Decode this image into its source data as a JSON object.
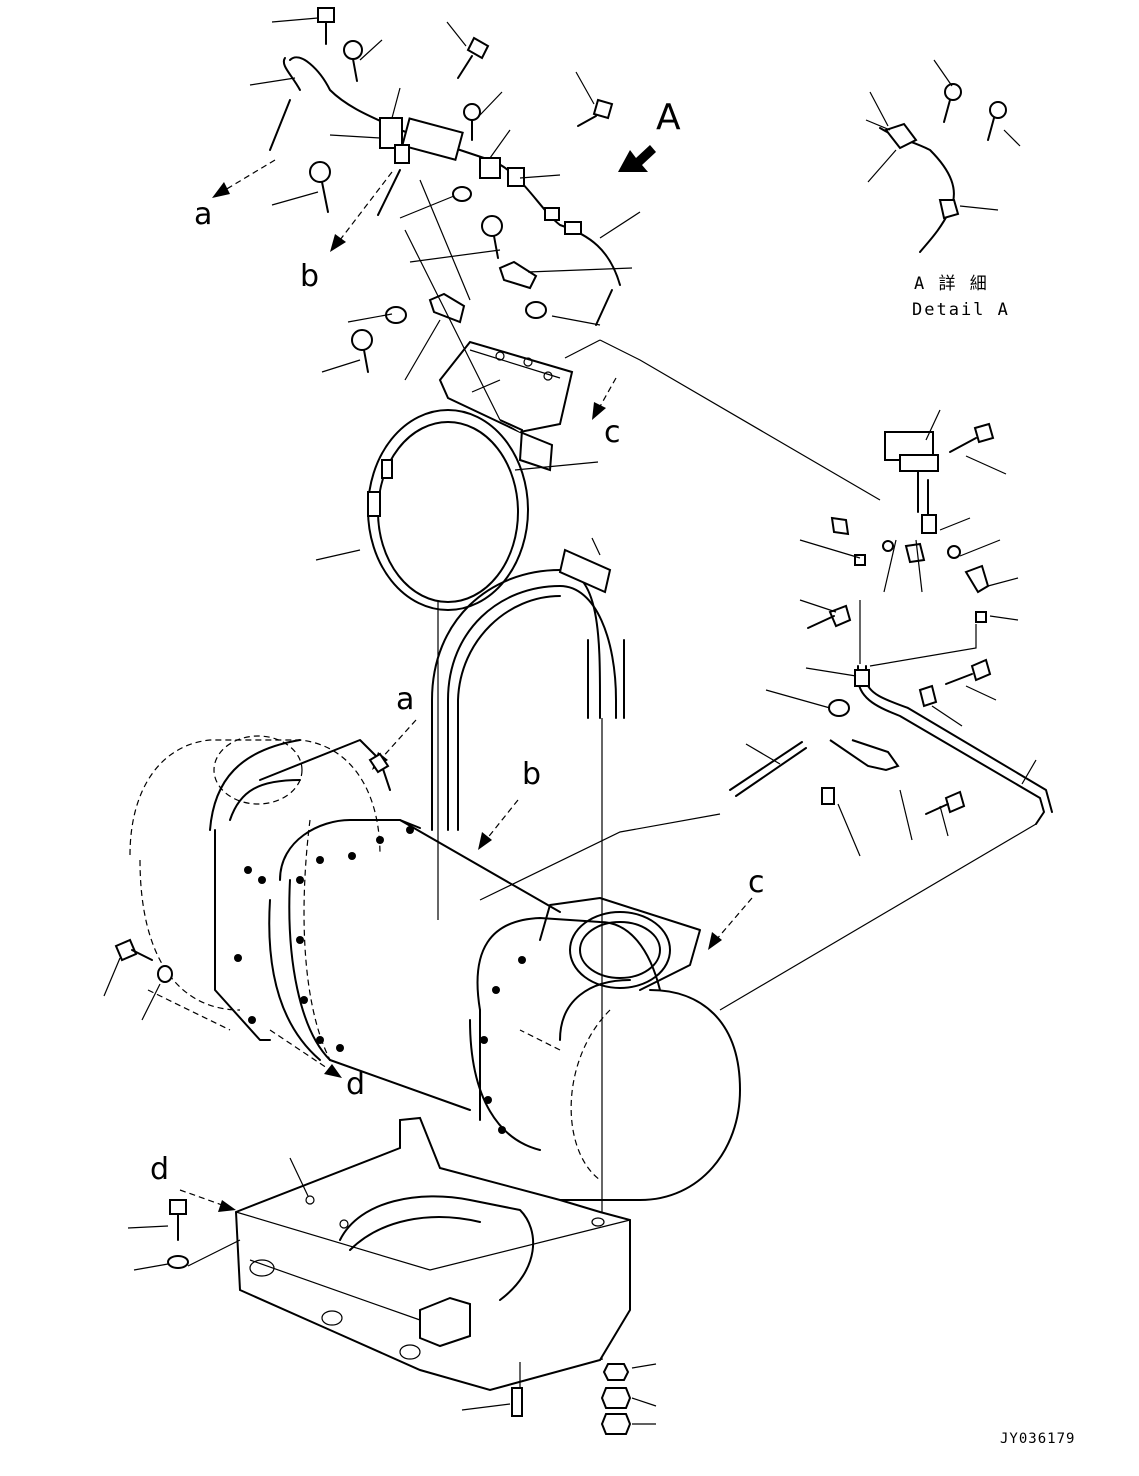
{
  "callouts": {
    "view_arrow": "A",
    "ref_a_top": "a",
    "ref_b_top": "b",
    "ref_c_top": "c",
    "ref_a_mid": "a",
    "ref_b_mid": "b",
    "ref_c_mid": "c",
    "ref_d_mid": "d",
    "ref_d_low": "d"
  },
  "detail": {
    "title_ja": "A 詳 細",
    "title_en": "Detail A"
  },
  "drawing_code": "JY036179"
}
